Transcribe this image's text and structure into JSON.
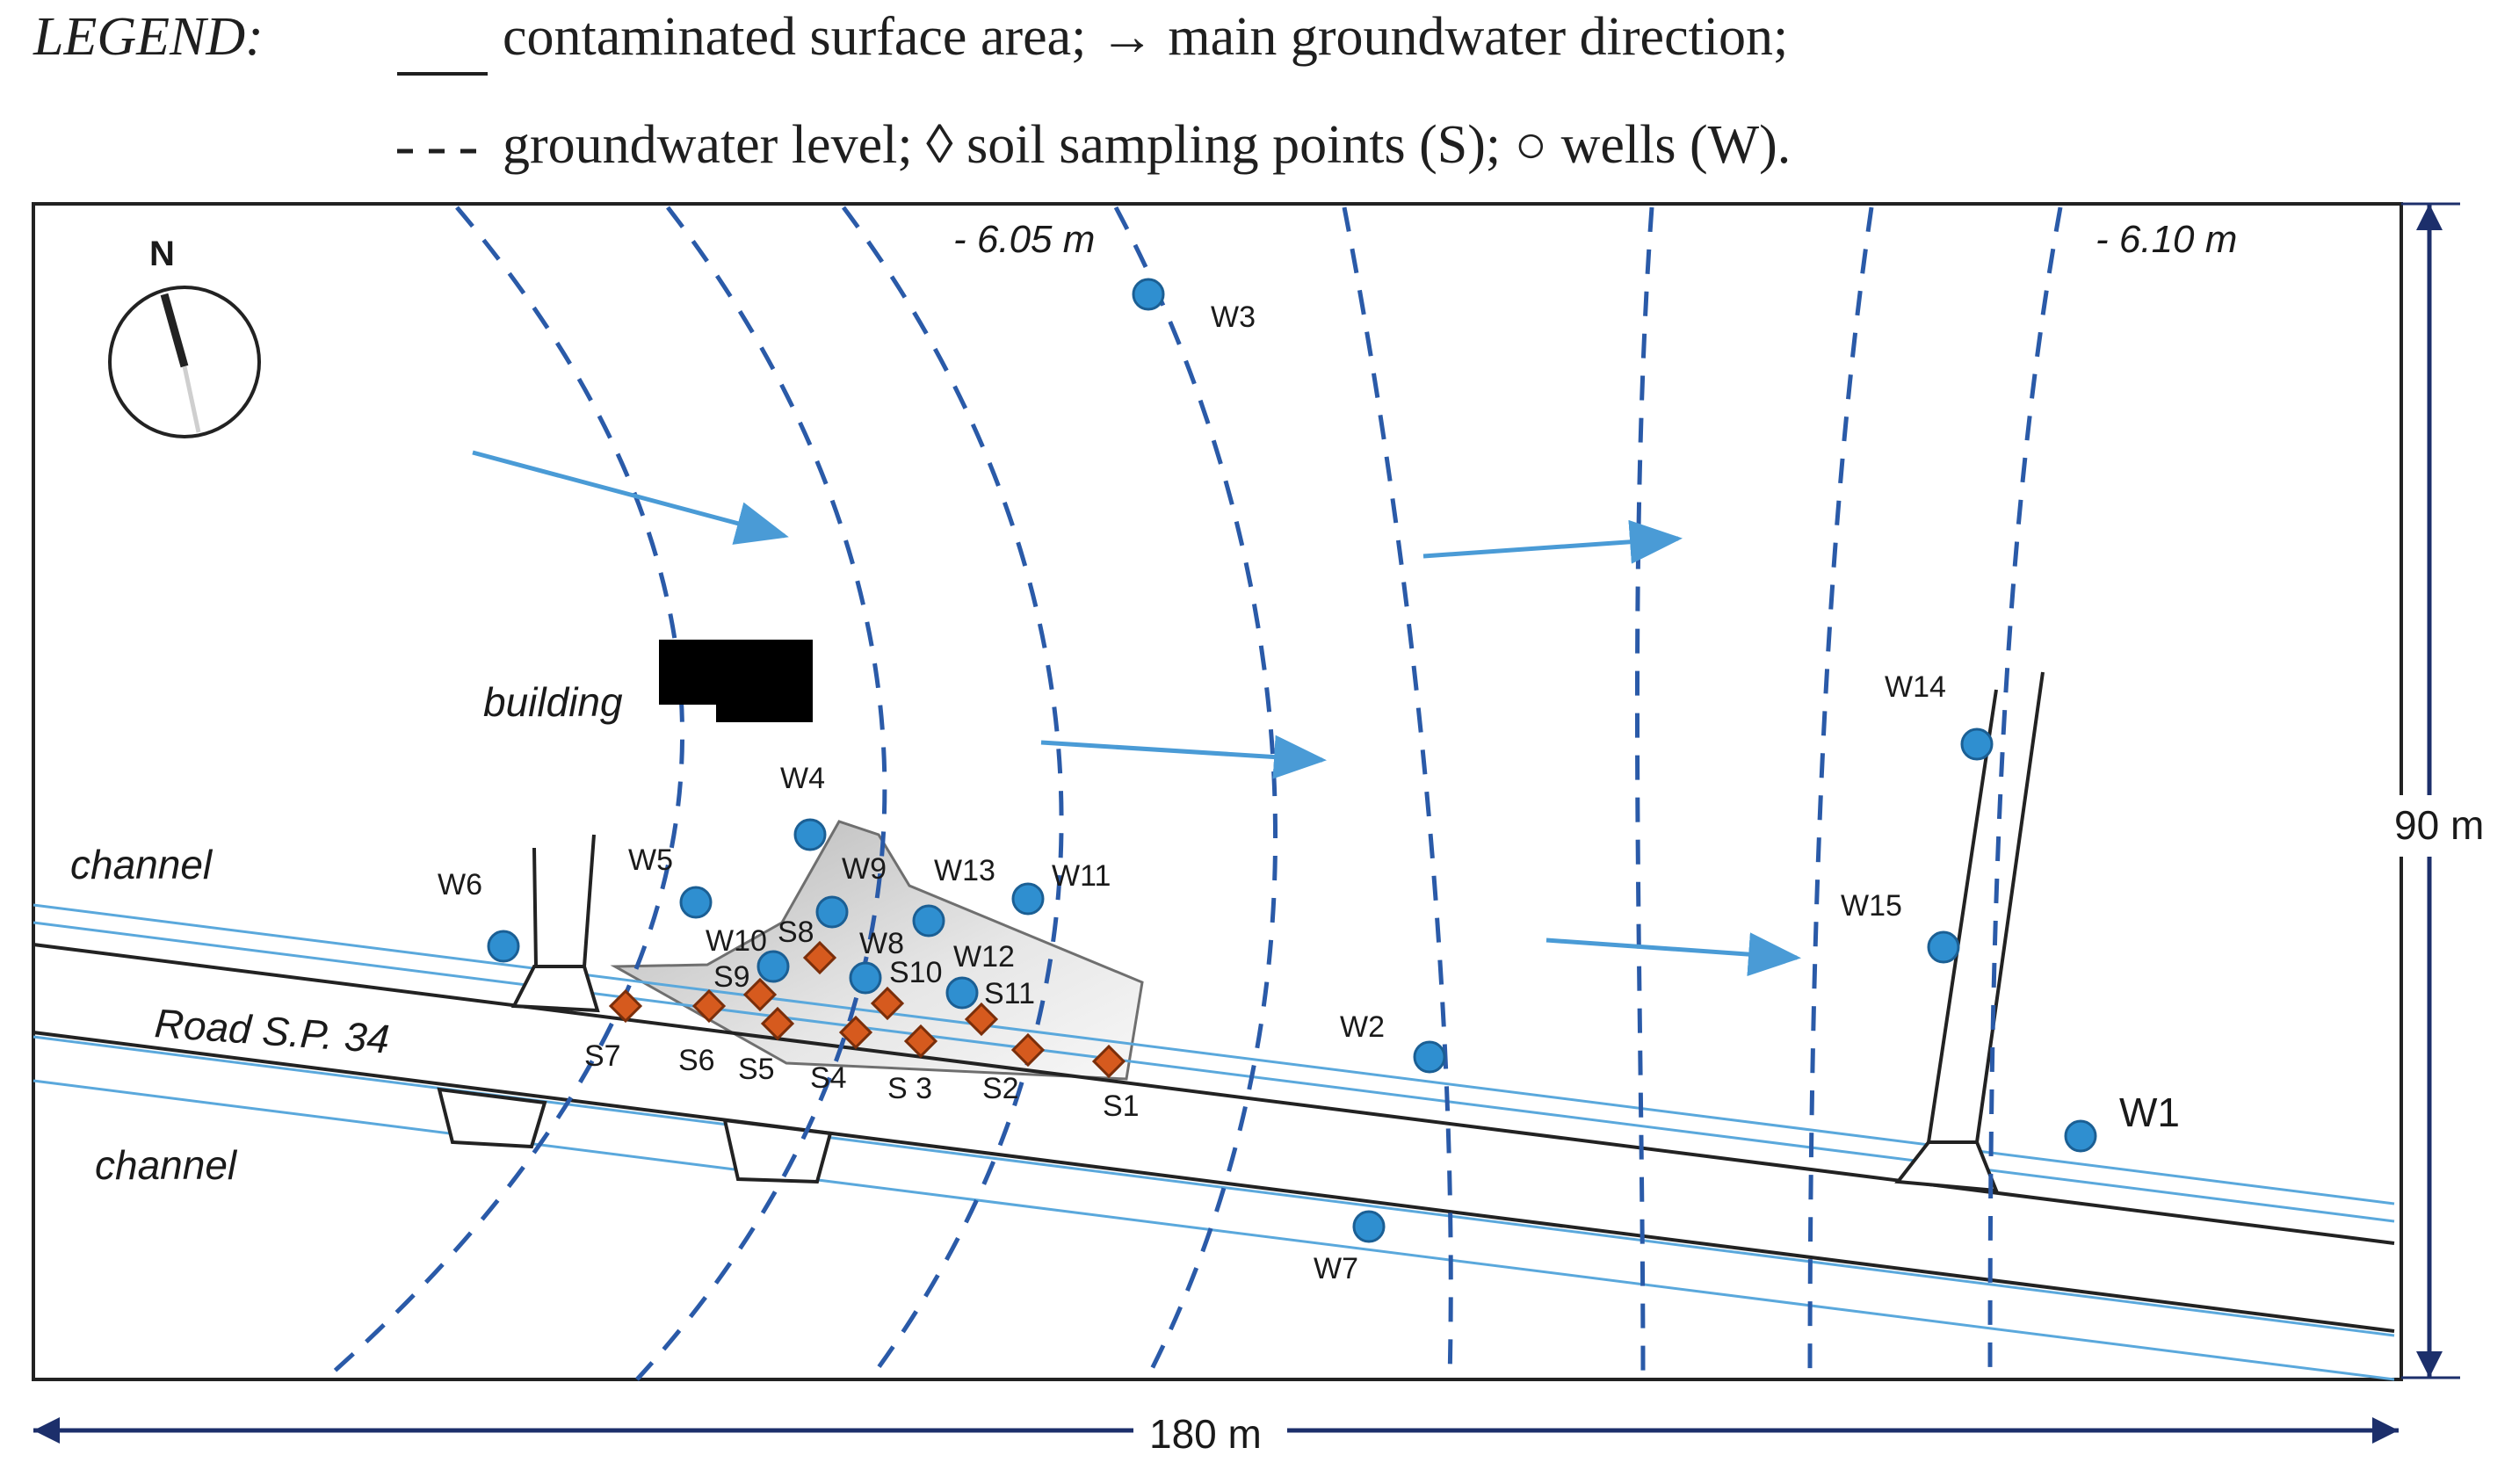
{
  "legend": {
    "heading": "LEGEND",
    "line1": "contaminated surface area; → main groundwater direction;",
    "line2": "groundwater level; ◊ soil sampling points (S); ○ wells (W)."
  },
  "compass": {
    "north_label": "N"
  },
  "contours": {
    "left_label": "- 6.05 m",
    "right_label": "- 6.10 m"
  },
  "features": {
    "building": "building",
    "road": "Road S.P. 34",
    "channel_top": "channel",
    "channel_bottom": "channel"
  },
  "dimensions": {
    "width_label": "180 m",
    "height_label": "90 m"
  },
  "wells": [
    {
      "label": "W3"
    },
    {
      "label": "W4"
    },
    {
      "label": "W5"
    },
    {
      "label": "W6"
    },
    {
      "label": "W9"
    },
    {
      "label": "W13"
    },
    {
      "label": "W11"
    },
    {
      "label": "W10"
    },
    {
      "label": "W8"
    },
    {
      "label": "W12"
    },
    {
      "label": "W2"
    },
    {
      "label": "W7"
    },
    {
      "label": "W14"
    },
    {
      "label": "W15"
    },
    {
      "label": "W1"
    }
  ],
  "samples": [
    {
      "label": "S7"
    },
    {
      "label": "S6"
    },
    {
      "label": "S5"
    },
    {
      "label": "S4"
    },
    {
      "label": "S 3"
    },
    {
      "label": "S2"
    },
    {
      "label": "S1"
    },
    {
      "label": "S8"
    },
    {
      "label": "S9"
    },
    {
      "label": "S10"
    },
    {
      "label": "S11"
    }
  ],
  "colors": {
    "groundwater": "#2a5aa8",
    "arrow": "#4a9bd6",
    "well_fill": "#2f8fd0",
    "sample_fill": "#d65a1e",
    "channel": "#5aa8dc",
    "dimension": "#1c2f6b",
    "contamination": "#9a9a9a"
  }
}
